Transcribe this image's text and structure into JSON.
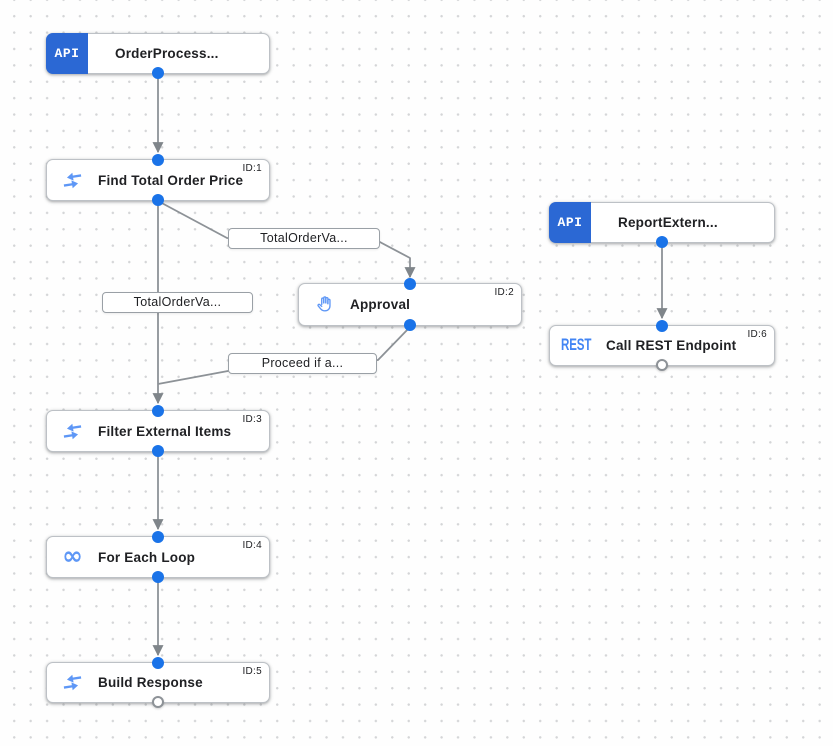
{
  "app": {
    "name": "integration-designer-canvas"
  },
  "nodes": {
    "order_trigger": {
      "badge": "API",
      "title": "OrderProcess..."
    },
    "find_total_order_price": {
      "title": "Find Total Order Price",
      "id": "ID:1"
    },
    "approval": {
      "title": "Approval",
      "id": "ID:2"
    },
    "filter_external_items": {
      "title": "Filter External Items",
      "id": "ID:3"
    },
    "for_each_loop": {
      "title": "For Each Loop",
      "id": "ID:4"
    },
    "build_response": {
      "title": "Build Response",
      "id": "ID:5"
    },
    "report_trigger": {
      "badge": "API",
      "title": "ReportExtern..."
    },
    "call_rest_endpoint": {
      "title": "Call REST Endpoint",
      "id": "ID:6",
      "icon_text": "REST"
    }
  },
  "edge_labels": {
    "total_order_to_approval": "TotalOrderVa...",
    "total_order_to_filter": "TotalOrderVa...",
    "proceed_if_approved": "Proceed if a..."
  },
  "icons": {
    "infinity_glyph": "∞",
    "api_badge": "blue rounded badge with mono API text",
    "data_mapping": "two blue arrows pointing toward each other",
    "pan_tool": "blue outlined raised hand",
    "rest": "blue condensed REST wordmark"
  },
  "colors": {
    "port_blue": "#1a73e8",
    "trigger_badge_blue": "#2b68d4",
    "icon_blue": "#5e97f6",
    "rest_icon_blue": "#4285f4",
    "edge_gray": "#8d9297",
    "arrow_gray": "#7f858a",
    "node_border_gray": "#bdc1c6",
    "canvas_dot_gray": "#d4d5d7",
    "text_dark": "#202124"
  }
}
